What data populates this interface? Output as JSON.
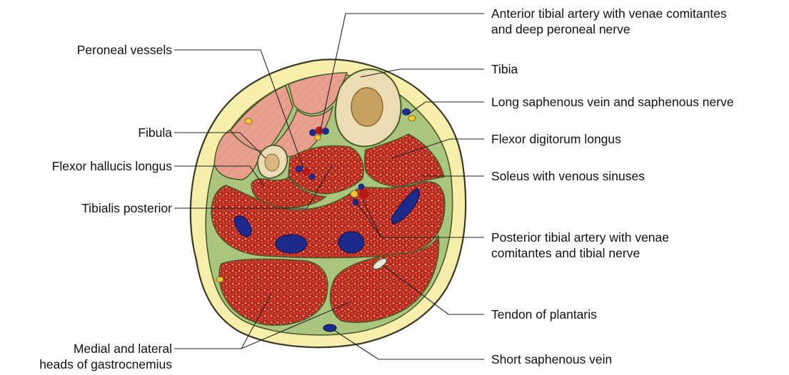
{
  "colors": {
    "skin_outline": "#3a3a2a",
    "subcutaneous_fat": "#f6eeaa",
    "fascia": "#a9c57e",
    "fascia_line": "#4a5a2a",
    "muscle": "#b8281c",
    "muscle_dots": "#e89a82",
    "anterior_muscle": "#e99f8e",
    "bone_cortex": "#ecdcb4",
    "bone_marrow": "#c8a060",
    "vein": "#1c2a8c",
    "artery": "#b81818",
    "nerve": "#f2c830",
    "leader_line": "#222222"
  },
  "labels": {
    "left": {
      "peroneal_vessels": "Peroneal vessels",
      "fibula": "Fibula",
      "flexor_hallucis_longus": "Flexor hallucis longus",
      "tibialis_posterior": "Tibialis posterior",
      "gastrocnemius_line1": "Medial and lateral",
      "gastrocnemius_line2": "heads of  gastrocnemius"
    },
    "right": {
      "anterior_tibial_line1": "Anterior tibial artery with venae comitantes",
      "anterior_tibial_line2": "and deep peroneal nerve",
      "tibia": "Tibia",
      "long_saphenous": "Long saphenous vein and saphenous nerve",
      "flexor_digitorum_longus": "Flexor digitorum longus",
      "soleus": "Soleus with venous sinuses",
      "posterior_tibial_line1": "Posterior tibial artery with venae",
      "posterior_tibial_line2": "comitantes and tibial nerve",
      "tendon_plantaris": "Tendon of plantaris",
      "short_saphenous": "Short saphenous vein"
    }
  }
}
